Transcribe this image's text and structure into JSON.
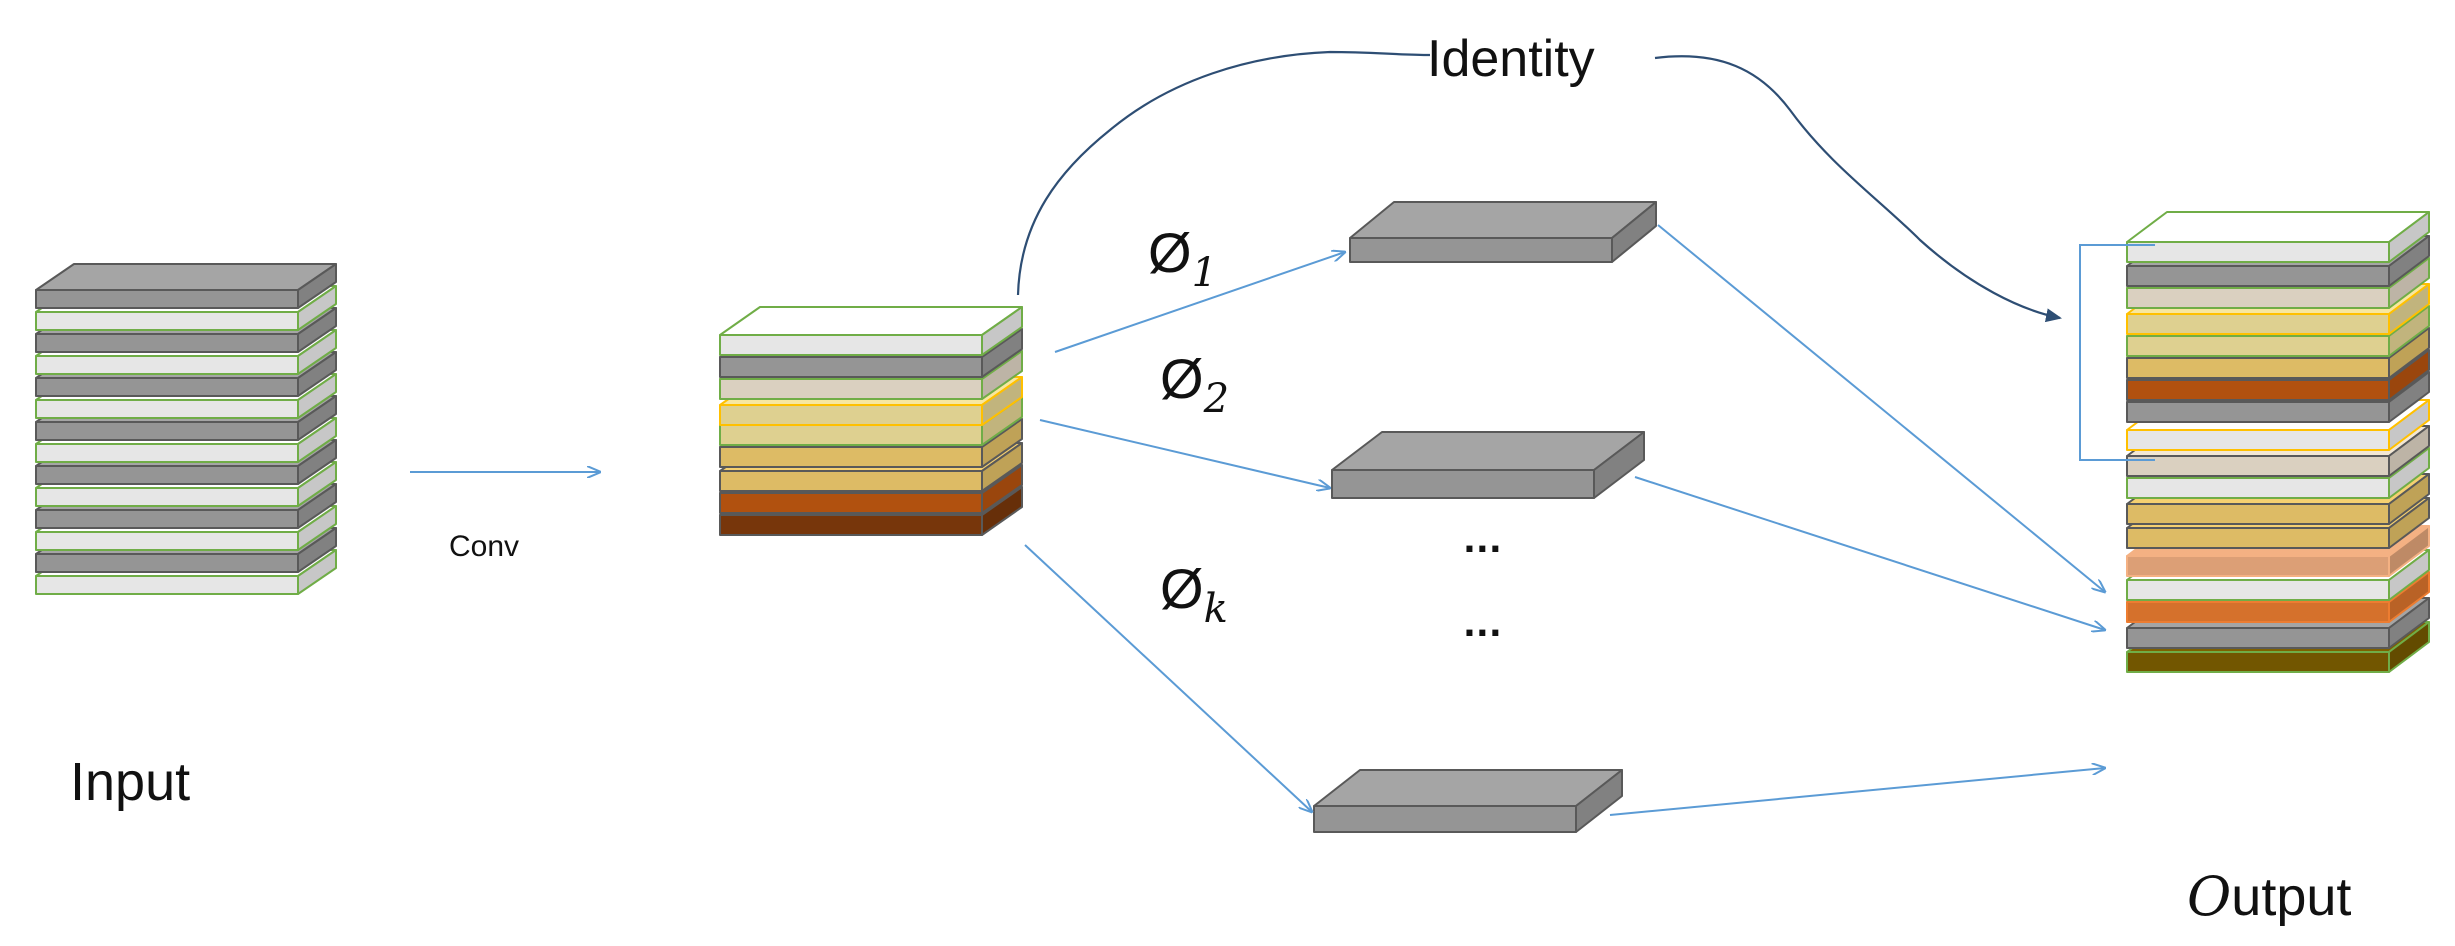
{
  "labels": {
    "input": "Input",
    "conv": "Conv",
    "identity": "Identity",
    "output_italic": "O",
    "output_rest": "utput",
    "dots": "..."
  },
  "branches": [
    {
      "phi": "Ø",
      "sub": "1"
    },
    {
      "phi": "Ø",
      "sub": "2"
    },
    {
      "phi": "Ø",
      "sub": "k"
    }
  ],
  "colors": {
    "arrow": "#5b9bd5",
    "identity_curve": "#2e4e74",
    "gray_slab": "#a5a5a5",
    "gray_edge": "#595959",
    "green_outline": "#70ad47",
    "yellow_outline": "#ffc000",
    "cream": "#f2e7d5",
    "light_yellow": "#f7e7a0",
    "gold": "#f5d070",
    "amber": "#e9b44c",
    "dark_orange": "#c55a11",
    "brown": "#843c0c",
    "salmon": "#f4b183",
    "orange": "#ed7d31",
    "olive": "#7f6000"
  }
}
